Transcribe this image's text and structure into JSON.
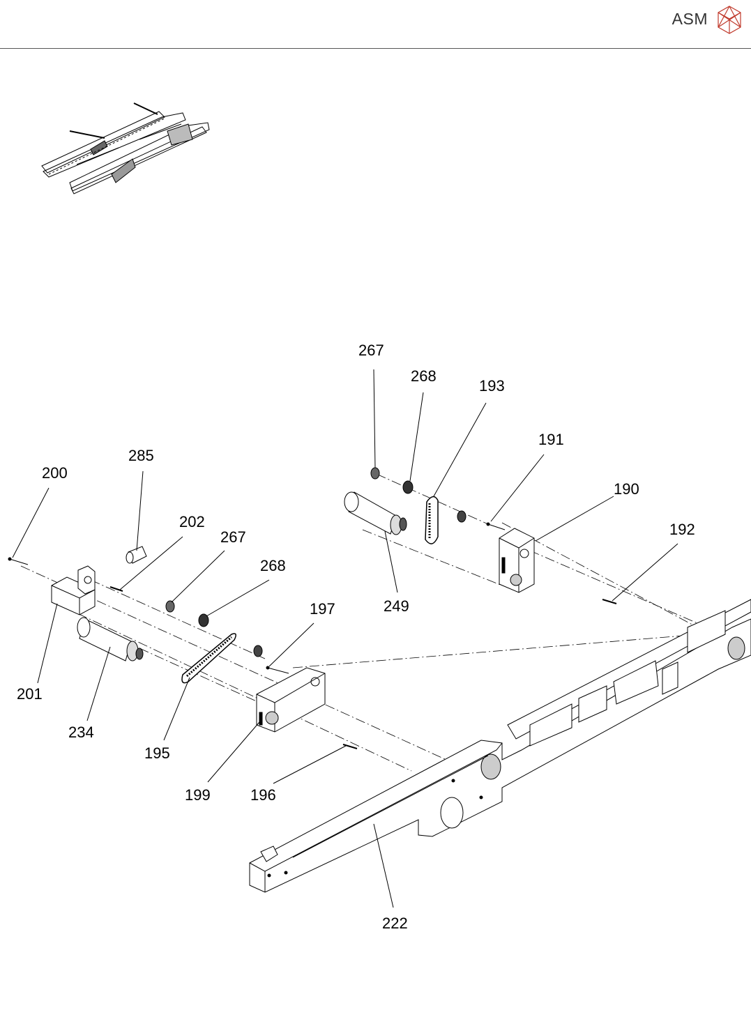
{
  "header": {
    "brand": "ASM",
    "logo_icon": "asm-cube-logo-icon"
  },
  "callouts": [
    {
      "id": "c267a",
      "label": "267"
    },
    {
      "id": "c268a",
      "label": "268"
    },
    {
      "id": "c193",
      "label": "193"
    },
    {
      "id": "c191",
      "label": "191"
    },
    {
      "id": "c190",
      "label": "190"
    },
    {
      "id": "c192",
      "label": "192"
    },
    {
      "id": "c249",
      "label": "249"
    },
    {
      "id": "c285",
      "label": "285"
    },
    {
      "id": "c200",
      "label": "200"
    },
    {
      "id": "c202",
      "label": "202"
    },
    {
      "id": "c267b",
      "label": "267"
    },
    {
      "id": "c268b",
      "label": "268"
    },
    {
      "id": "c197",
      "label": "197"
    },
    {
      "id": "c201",
      "label": "201"
    },
    {
      "id": "c234",
      "label": "234"
    },
    {
      "id": "c195",
      "label": "195"
    },
    {
      "id": "c199",
      "label": "199"
    },
    {
      "id": "c196",
      "label": "196"
    },
    {
      "id": "c222",
      "label": "222"
    }
  ]
}
